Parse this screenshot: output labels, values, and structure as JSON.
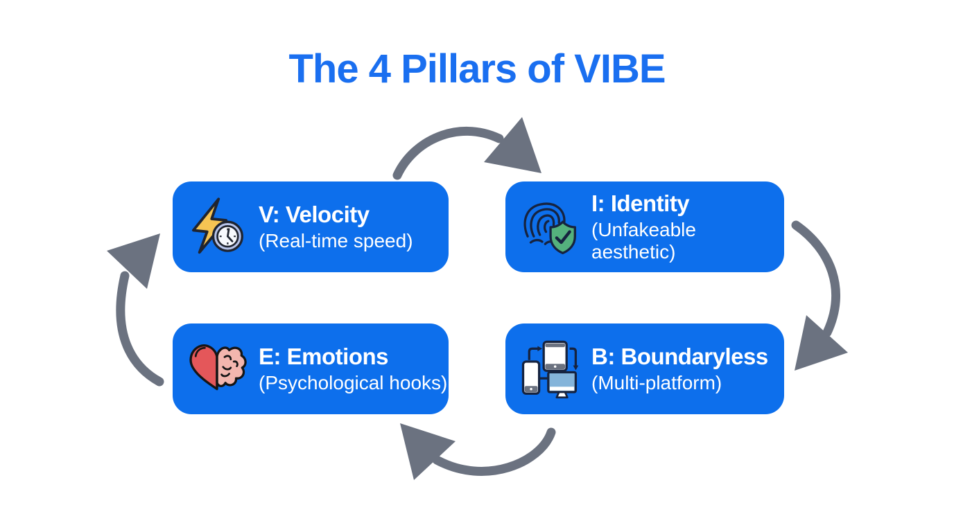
{
  "title": "The 4 Pillars of VIBE",
  "colors": {
    "card_blue": "#0d6fec",
    "title_blue": "#1a6ff0",
    "arrow_gray": "#6b7280",
    "background": "#ffffff",
    "lightning_yellow": "#f6c453",
    "clock_ring_periwinkle": "#b7c4ea",
    "shield_green": "#54b17d",
    "heart_red": "#e4575a",
    "brain_pink": "#f3b6ae",
    "monitor_blue": "#84b4da",
    "icon_outline_navy": "#16233f"
  },
  "pillars": [
    {
      "id": "velocity",
      "heading": "V: Velocity",
      "subtitle": "(Real-time speed)",
      "icons": [
        "lightning-icon",
        "clock-icon"
      ],
      "position": "top-left"
    },
    {
      "id": "identity",
      "heading": "I: Identity",
      "subtitle": "(Unfakeable aesthetic)",
      "icons": [
        "fingerprint-icon",
        "shield-check-icon"
      ],
      "position": "top-right"
    },
    {
      "id": "emotions",
      "heading": "E: Emotions",
      "subtitle": "(Psychological hooks)",
      "icons": [
        "heart-brain-icon"
      ],
      "position": "bottom-left"
    },
    {
      "id": "boundaryless",
      "heading": "B: Boundaryless",
      "subtitle": "(Multi-platform)",
      "icons": [
        "multi-device-icon"
      ],
      "position": "bottom-right"
    }
  ],
  "cycle_arrows": [
    {
      "name": "arrow-velocity-to-identity",
      "direction": "top, curving right"
    },
    {
      "name": "arrow-identity-to-boundaryless",
      "direction": "right side, curving down"
    },
    {
      "name": "arrow-boundaryless-to-emotions",
      "direction": "bottom, curving left"
    },
    {
      "name": "arrow-emotions-to-velocity",
      "direction": "left side, curving up"
    }
  ]
}
